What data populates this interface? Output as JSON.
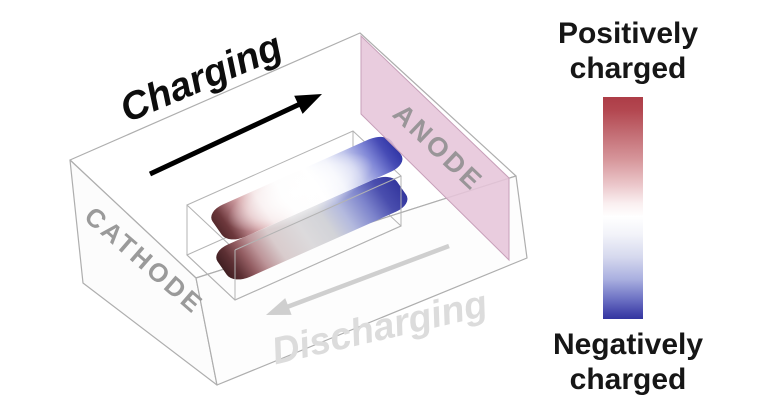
{
  "diagram": {
    "charging_label": "Charging",
    "discharging_label": "Discharging",
    "cathode_label": "CATHODE",
    "anode_label": "ANODE"
  },
  "legend": {
    "positive_line1": "Positively",
    "positive_line2": "charged",
    "negative_line1": "Negatively",
    "negative_line2": "charged"
  },
  "colors": {
    "positive_charge": "#ae3e48",
    "negative_charge": "#3335a0",
    "anode_panel": "#e6c5d9",
    "cathode_text": "#9a9a9a",
    "anode_text": "#8c8c8c",
    "charging_arrow": "#000000",
    "discharging_arrow": "#cfcfcf",
    "wireframe": "#b3b3b3"
  }
}
